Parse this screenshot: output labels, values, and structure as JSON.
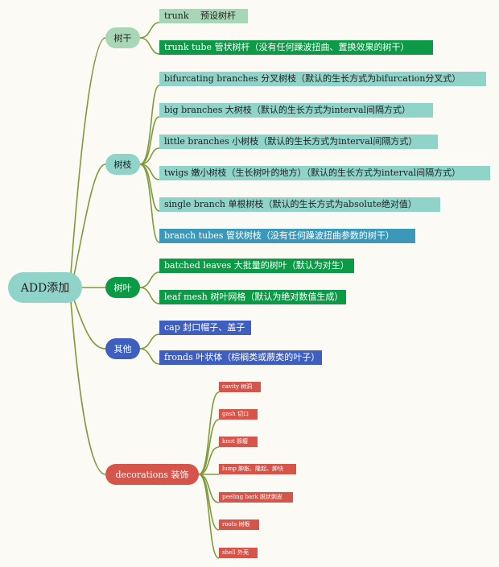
{
  "root": {
    "label": "ADD添加"
  },
  "categories": [
    {
      "label": "树干",
      "items": [
        "trunk　 预设树杆",
        "trunk  tube 管状树杆（没有任何躁波扭曲、置换效果的树干）"
      ]
    },
    {
      "label": "树枝",
      "items": [
        "bifurcating  branches   分叉树枝（默认的生长方式为bifurcation分叉式）",
        "big  branches  大树枝（默认的生长方式为interval间隔方式）",
        "little  branches  小树枝（默认的生长方式为interval间隔方式）",
        "twigs  嫩小树枝（生长树叶的地方）（默认的生长方式为interval间隔方式）",
        "single branch   单根树枝（默认的生长方式为absolute绝对值）",
        "branch  tubes 管状树枝（没有任何躁波扭曲参数的树干）"
      ]
    },
    {
      "label": "树叶",
      "items": [
        "batched  leaves   大批量的树叶（默认为对生）",
        "leaf  mesh  树叶网格（默认为绝对数值生成）"
      ]
    },
    {
      "label": "其他",
      "items": [
        "cap  封口帽子、盖子",
        "fronds  叶状体（棕榈类或蕨类的叶子）"
      ]
    },
    {
      "label": "decorations   装饰",
      "items": [
        "cavity 树洞",
        "gash 切口",
        "knot 節瘤",
        "lump 肿胀、隆起、肿块",
        "peeling bark 脱状剥皮",
        "roots 树根",
        "shell 外壳"
      ]
    }
  ],
  "colors": {
    "line": "#7f9a3a",
    "trunk": "#a7d7b6",
    "leaf_green": "#0c9a47",
    "teal": "#8fd3c9",
    "teal_dark": "#3b98b8",
    "blue": "#3f5fc0",
    "red": "#d6554a"
  }
}
